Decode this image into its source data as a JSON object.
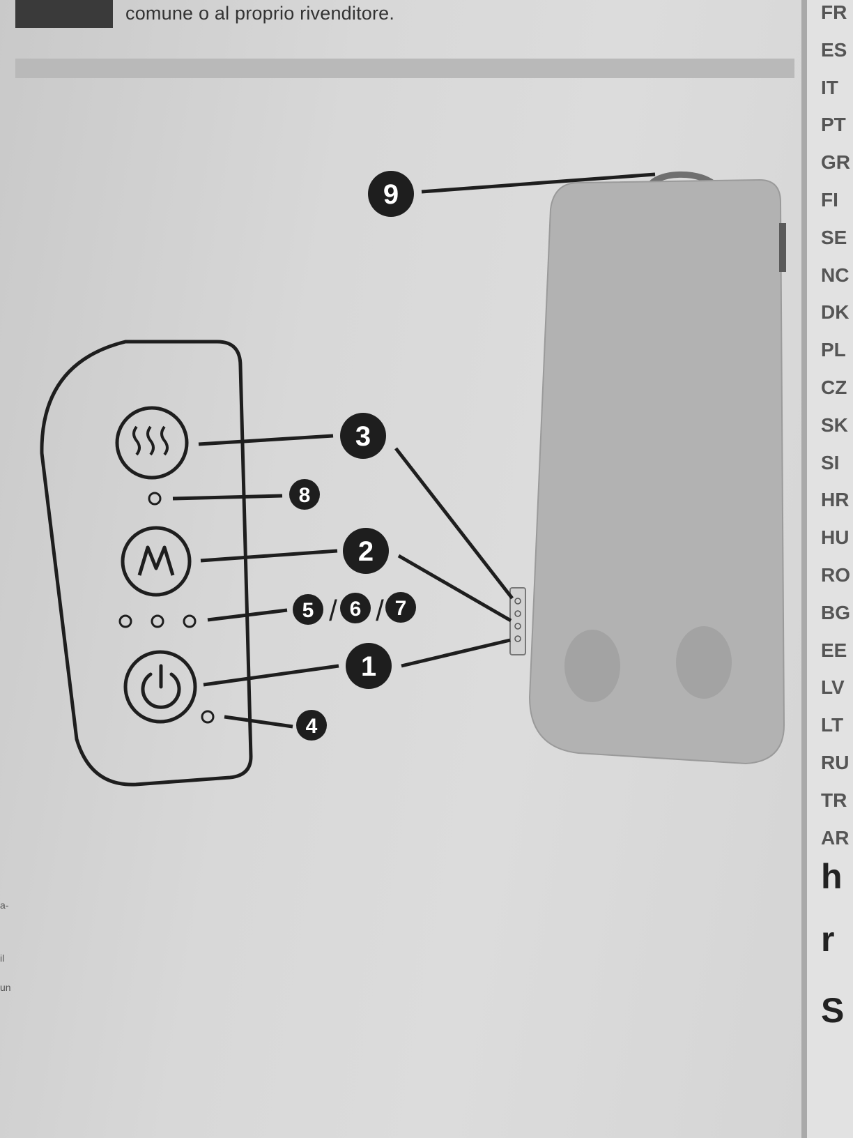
{
  "header": {
    "text": "comune o al proprio rivenditore."
  },
  "sidebar": {
    "languages": [
      "FR",
      "ES",
      "IT",
      "PT",
      "GR",
      "FI",
      "SE",
      "NC",
      "DK",
      "PL",
      "CZ",
      "SK",
      "SI",
      "HR",
      "HU",
      "RO",
      "BG",
      "EE",
      "LV",
      "LT",
      "RU",
      "TR",
      "AR"
    ],
    "big_letters": [
      "h",
      "r",
      "S"
    ]
  },
  "left_edge": [
    "a-",
    "il",
    "un"
  ],
  "diagram": {
    "callouts": {
      "n9": "9",
      "n3": "3",
      "n8": "8",
      "n2": "2",
      "n5": "5",
      "n6": "6",
      "n7": "7",
      "n1": "1",
      "n4": "4",
      "slash": "/"
    },
    "icons": [
      "heat-icon",
      "mode-icon",
      "power-icon"
    ]
  }
}
